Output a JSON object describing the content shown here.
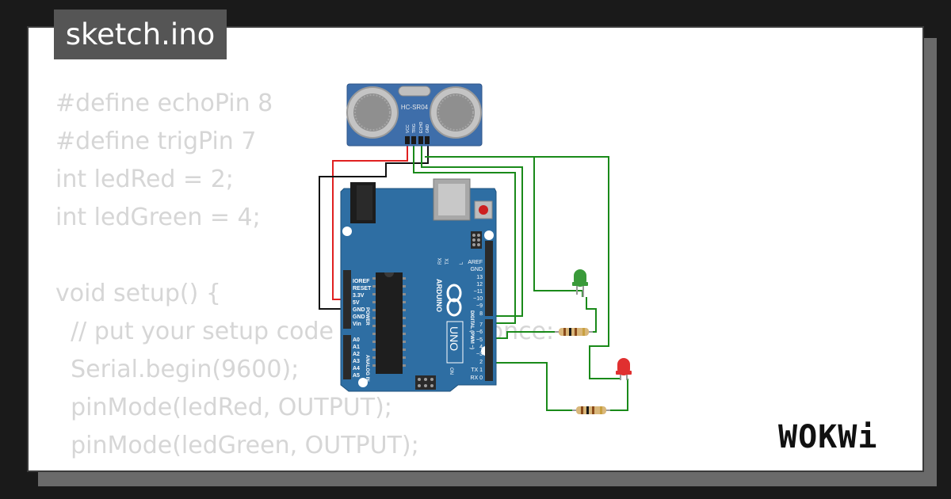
{
  "file_tab": {
    "label": "sketch.ino"
  },
  "code_lines": [
    "#define echoPin 8",
    "#define trigPin 7",
    "int ledRed = 2;",
    "int ledGreen = 4;",
    "",
    "void setup() {",
    "  // put your setup code here, to run once:",
    "  Serial.begin(9600);",
    "  pinMode(ledRed, OUTPUT);",
    "  pinMode(ledGreen, OUTPUT);"
  ],
  "sensor": {
    "label": "HC-SR04",
    "pins": [
      "VCC",
      "TRIG",
      "ECHO",
      "GND"
    ]
  },
  "arduino": {
    "brand": "ARDUINO",
    "model": "UNO",
    "power_header": [
      "IOREF",
      "RESET",
      "3.3V",
      "5V",
      "GND",
      "GND",
      "Vin"
    ],
    "analog_header": [
      "A0",
      "A1",
      "A2",
      "A3",
      "A4",
      "A5"
    ],
    "power_title": "POWER",
    "analog_title": "ANALOG IN",
    "digital_top": [
      "AREF",
      "GND",
      "13",
      "12",
      "~11",
      "~10",
      "~9",
      "8"
    ],
    "digital_bottom": [
      "7",
      "~6",
      "~5",
      "4",
      "~3",
      "2",
      "TX 1",
      "RX 0"
    ],
    "digital_title": "DIGITAL (PWM ~)",
    "led_labels": [
      "L",
      "TX",
      "RX"
    ],
    "on_label": "ON"
  },
  "leds": [
    {
      "name": "green",
      "color": "#3a9a3a"
    },
    {
      "name": "red",
      "color": "#e03030"
    }
  ],
  "wire_colors": {
    "power": "#e02020",
    "ground": "#111111",
    "signal": "#1a8a1a"
  },
  "brand": {
    "label": "WOKWi"
  }
}
